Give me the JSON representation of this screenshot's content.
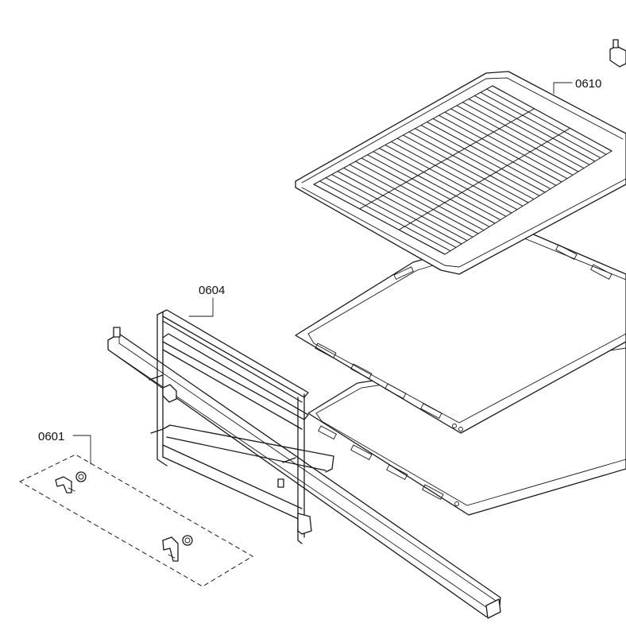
{
  "parts": [
    {
      "id": "part-0601",
      "number": "0601"
    },
    {
      "id": "part-0604",
      "number": "0604"
    },
    {
      "id": "part-0610",
      "number": "0610"
    }
  ]
}
